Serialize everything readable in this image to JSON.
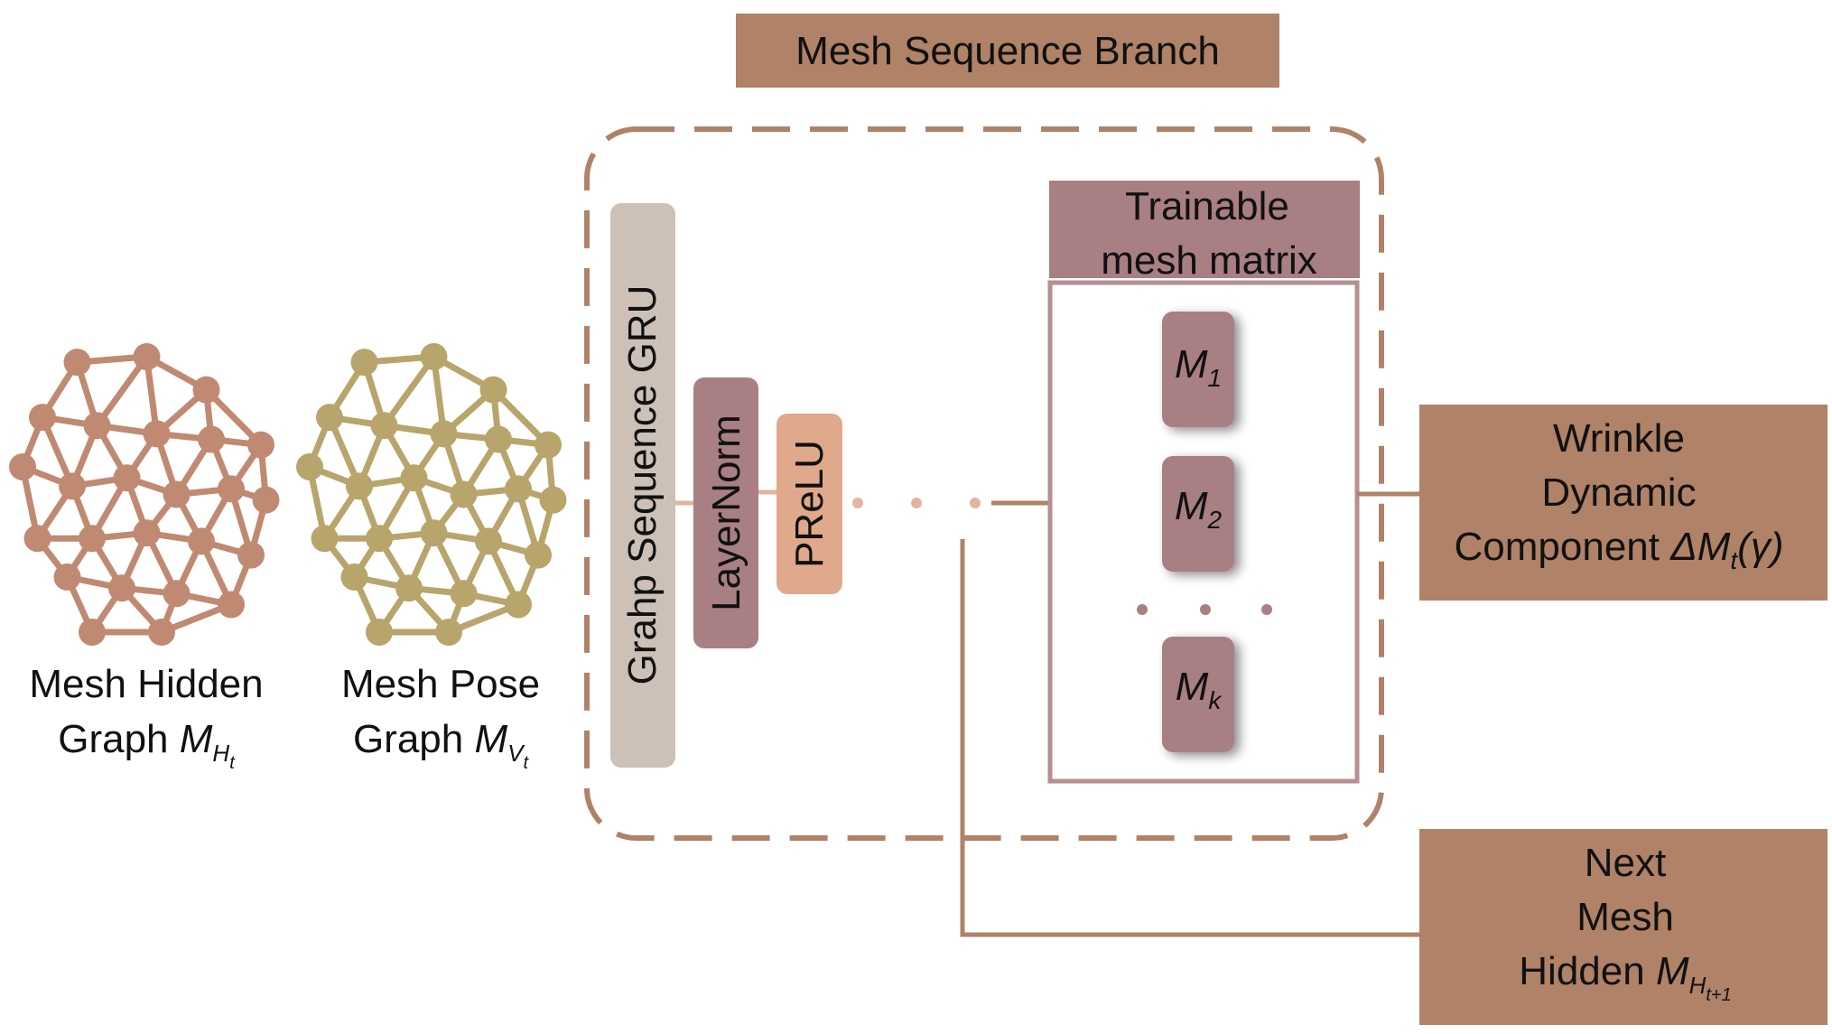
{
  "title": "Mesh Sequence Branch",
  "graph_hidden": {
    "line1": "Mesh Hidden",
    "line2_prefix": "Graph ",
    "symbol": "M",
    "sub": "H",
    "subsub": "t"
  },
  "graph_pose": {
    "line1": "Mesh Pose",
    "line2_prefix": "Graph ",
    "symbol": "M",
    "sub": "V",
    "subsub": "t"
  },
  "gru_label": "Grahp Sequence GRU",
  "layernorm_label": "LayerNorm",
  "prelu_label": "PReLU",
  "matrix": {
    "title_line1": "Trainable",
    "title_line2": "mesh matrix",
    "items": [
      {
        "symbol": "M",
        "sub": "1"
      },
      {
        "symbol": "M",
        "sub": "2"
      },
      {
        "symbol": "M",
        "sub": "k"
      }
    ]
  },
  "output_wrinkle": {
    "line1": "Wrinkle",
    "line2": "Dynamic",
    "line3_prefix": "Component ",
    "delta": "ΔM",
    "sub": "t",
    "suffix": "(γ)"
  },
  "output_hidden": {
    "line1": "Next",
    "line2": "Mesh",
    "line3_prefix": "Hidden ",
    "symbol": "M",
    "sub": "H",
    "subsub": "t+1"
  },
  "colors": {
    "brown": "#b08268",
    "brown_dark": "#a6765e",
    "mauve": "#a87f83",
    "mauve_light": "#b58f92",
    "beige": "#cdc0b6",
    "peach": "#e0a98b",
    "hidden_graph": "#c08a72",
    "pose_graph": "#b8a56c"
  }
}
